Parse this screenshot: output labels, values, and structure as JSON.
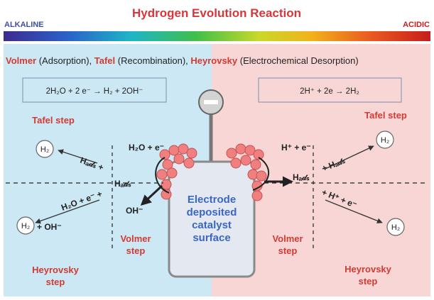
{
  "title": "Hydrogen Evolution Reaction",
  "scale": {
    "left_label": "ALKALINE",
    "right_label": "ACIDIC"
  },
  "subtitle": {
    "volmer": "Volmer",
    "volmer_desc": " (Adsorption), ",
    "tafel": "Tafel",
    "tafel_desc": " (Recombination), ",
    "heyrovsky": "Heyrovsky",
    "heyrovsky_desc": " (Electrochemical Desorption)"
  },
  "alkaline": {
    "equation": "2H₂O + 2 e⁻ → H₂ + 2OH⁻",
    "tafel_step": "Tafel step",
    "volmer_step_line1": "Volmer",
    "volmer_step_line2": "step",
    "heyrovsky_step_line1": "Heyrovsky",
    "heyrovsky_step_line2": "step",
    "h2_top": "H₂",
    "h2_bottom": "H₂",
    "oh_product": "+ OH⁻",
    "hads_tafel": "Hₐ𝒹ₛ +",
    "hads": "Hₐ𝒹ₛ",
    "h2o_e_heyrovsky": "H₂O + e⁻ +",
    "h2o_e_volmer": "H₂O + e⁻",
    "oh_volmer": "OH⁻"
  },
  "acidic": {
    "equation": "2H⁺ + 2e → 2H₂",
    "tafel_step": "Tafel step",
    "volmer_step_line1": "Volmer",
    "volmer_step_line2": "step",
    "heyrovsky_step_line1": "Heyrovsky",
    "heyrovsky_step_line2": "step",
    "h2_top": "H₂",
    "h2_bottom": "H₂",
    "hads_tafel": "+ Hₐ𝒹ₛ",
    "hads": "Hₐ𝒹ₛ",
    "h_e_heyrovsky": "+ H⁺ + e⁻",
    "h_e_volmer": "H⁺ + e⁻"
  },
  "electrode": {
    "line1": "Electrode",
    "line2": "deposited",
    "line3": "catalyst",
    "line4": "surface"
  },
  "colors": {
    "title_red": "#d6373a",
    "step_red": "#d13b32",
    "blue_label": "#3f4fa6",
    "electrode_text": "#3a67c4",
    "alkaline_bg": "#cbe8f4",
    "acidic_bg": "#f8d6d6",
    "catalyst": "#f08080"
  }
}
